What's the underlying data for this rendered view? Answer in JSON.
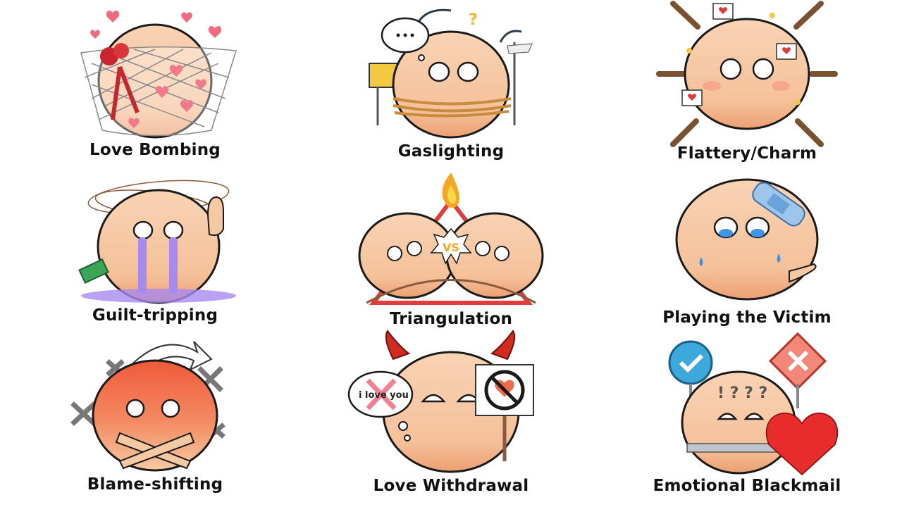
{
  "items": [
    {
      "label": "Love Bombing"
    },
    {
      "label": "Gaslighting"
    },
    {
      "label": "Flattery/Charm"
    },
    {
      "label": "Guilt-tripping"
    },
    {
      "label": "Triangulation"
    },
    {
      "label": "Playing the Victim"
    },
    {
      "label": "Blame-shifting"
    },
    {
      "label": "Love Withdrawal"
    },
    {
      "label": "Emotional Blackmail"
    }
  ],
  "bubble_text": "i love you",
  "vs_text": "VS",
  "colors": {
    "skin": "#f7c9a2",
    "skin_shadow": "#e9a67c",
    "outline": "#1a1a1a",
    "heart_pink": "#f06b7e",
    "tear_blue": "#57a7e8",
    "tear_purple": "#a78af0",
    "red": "#e23b3b",
    "angry_red": "#f26a4b",
    "rope": "#d4a15a"
  }
}
